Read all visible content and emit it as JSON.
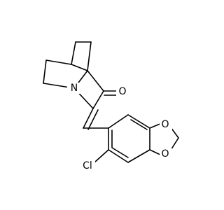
{
  "atoms": {
    "nitrogen": "N",
    "carbonyl_oxygen": "O",
    "ring_oxygen_upper": "O",
    "ring_oxygen_lower": "O",
    "chlorine": "Cl"
  },
  "colors": {
    "bond": "#000000",
    "label": "#000000",
    "background": "#ffffff"
  }
}
